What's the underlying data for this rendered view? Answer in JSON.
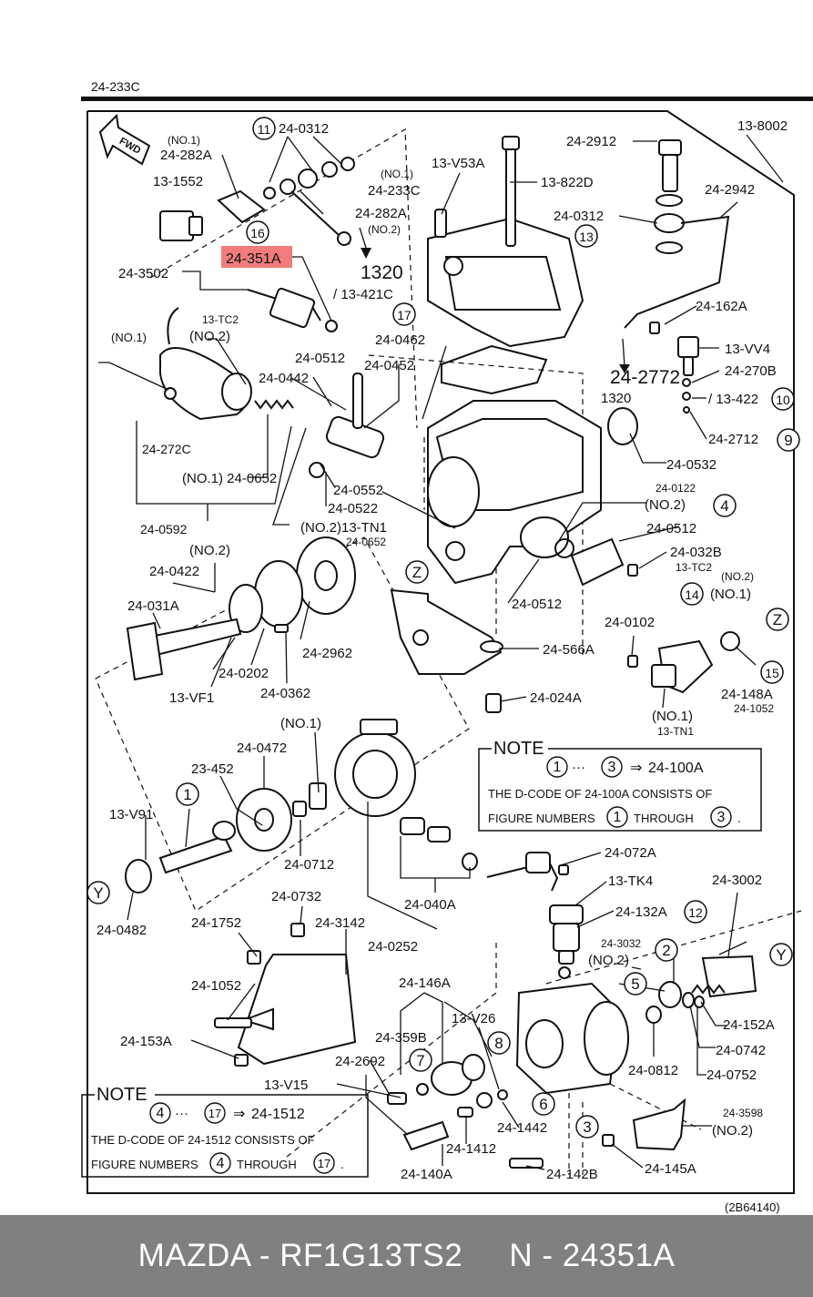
{
  "diagram": {
    "id": "13-8002",
    "corner_code": "(2B64140)",
    "labels": [
      "(NO.1)",
      "24-282A",
      "13-1552",
      "24-0312",
      "(NO.1)",
      "24-233C",
      "24-282A",
      "(NO.2)",
      "24-3502",
      "1320",
      "/ 13-421C",
      "13-V53A",
      "13-822D",
      "24-2912",
      "24-2942",
      "24-0312",
      "(NO.1)",
      "13-TC2",
      "(NO.2)",
      "24-0512",
      "24-0452",
      "24-0442",
      "24-0462",
      "24-162A",
      "13-VV4",
      "24-270B",
      "24-2772",
      "1320",
      "/ 13-422",
      "24-2712",
      "24-272C",
      "(NO.1) 24-0652",
      "24-0552",
      "24-0522",
      "24-0532",
      "24-0122",
      "(NO.2)",
      "24-0512",
      "24-0592",
      "(NO.2)13-TN1",
      "24-0652",
      "(NO.2)",
      "24-0422",
      "24-031A",
      "24-032B",
      "13-TC2",
      "(NO.2)",
      "(NO.1)",
      "24-0512",
      "24-0102",
      "24-566A",
      "24-2962",
      "24-0202",
      "13-VF1",
      "24-0362",
      "24-024A",
      "24-148A",
      "24-1052",
      "(NO.1)",
      "13-TN1",
      "(NO.1)",
      "24-0472",
      "23-452",
      "13-V91",
      "24-0712",
      "24-0482",
      "24-072A",
      "13-TK4",
      "24-3002",
      "24-0732",
      "24-3142",
      "24-1752",
      "24-0252",
      "24-040A",
      "24-132A",
      "24-3032",
      "(NO.2)",
      "24-1052",
      "24-146A",
      "13-V26",
      "24-153A",
      "24-359B",
      "24-2692",
      "24-152A",
      "24-0742",
      "24-0752",
      "24-0812",
      "13-V15",
      "24-1442",
      "24-1412",
      "24-140A",
      "24-142B",
      "24-145A",
      "24-3598",
      "(NO.2)",
      "24-233C"
    ],
    "circled_numbers": [
      "11",
      "16",
      "17",
      "13",
      "10",
      "9",
      "4",
      "14",
      "15",
      "Z",
      "Z",
      "1",
      "Y",
      "Y",
      "12",
      "2",
      "5",
      "7",
      "8",
      "6",
      "3"
    ],
    "highlighted_part": "24-351A",
    "fwd_label": "FWD",
    "note1": {
      "title": "NOTE",
      "line1_a": "1",
      "line1_dots": "···",
      "line1_b": "3",
      "line1_arrow": "⇒",
      "line1_code": "24-100A",
      "line2": "THE D-CODE OF  24-100A  CONSISTS OF",
      "line3_pre": "FIGURE NUMBERS",
      "line3_a": "1",
      "line3_mid": "THROUGH",
      "line3_b": "3",
      "line3_end": "."
    },
    "note2": {
      "title": "NOTE",
      "line1_a": "4",
      "line1_dots": "···",
      "line1_b": "17",
      "line1_arrow": "⇒",
      "line1_code": "24-1512",
      "line2": "THE D-CODE OF  24-1512  CONSISTS OF",
      "line3_pre": "FIGURE NUMBERS",
      "line3_a": "4",
      "line3_mid": "THROUGH",
      "line3_b": "17",
      "line3_end": "."
    }
  },
  "footer": {
    "brand": "MAZDA",
    "sep": " - ",
    "model": "RF1G13TS2",
    "gap": "     ",
    "n_label": "N - 24351A"
  },
  "colors": {
    "highlight": "#f07c7c",
    "footer_bg": "#808080",
    "line": "#111111"
  }
}
